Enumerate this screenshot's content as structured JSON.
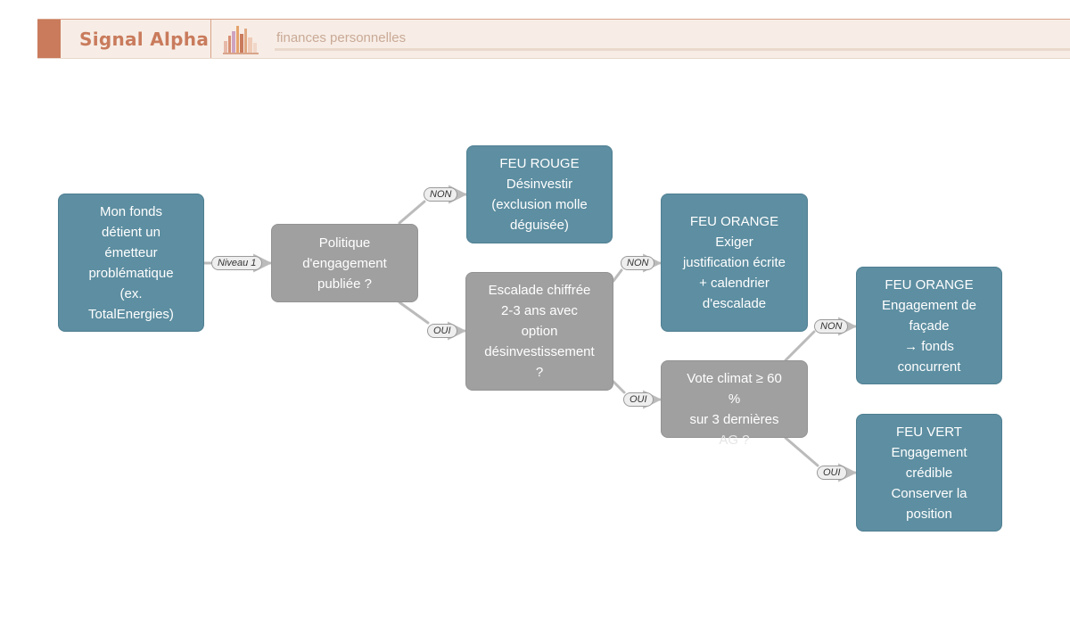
{
  "header": {
    "brand": "Signal Alpha",
    "tagline": "finances personnelles",
    "logo_icon": "bar-books-icon",
    "colors": {
      "accent": "#c97b5c",
      "band": "#f7ede6",
      "tagline": "#c9a996"
    }
  },
  "diagram": {
    "colors": {
      "decision": "#a0a0a0",
      "outcome": "#5d8ea1",
      "edge": "#bbbbbb"
    },
    "nodes": {
      "start": [
        "Mon fonds",
        "détient un",
        "émetteur",
        "problématique",
        "(ex.",
        "TotalEnergies)"
      ],
      "q1": [
        "Politique",
        "d'engagement",
        "publiée ?"
      ],
      "red": [
        "FEU ROUGE",
        "Désinvestir",
        "(exclusion molle",
        "déguisée)"
      ],
      "q2": [
        "Escalade chiffrée",
        "2-3 ans avec",
        "option",
        "désinvestissement",
        "?"
      ],
      "orange1": [
        "FEU ORANGE",
        "Exiger",
        "justification écrite",
        "+ calendrier",
        "d'escalade"
      ],
      "q3": [
        "Vote climat ≥ 60",
        "%",
        "sur 3 dernières",
        "AG ?"
      ],
      "orange2": [
        "FEU ORANGE",
        "Engagement de",
        "façade",
        "→ fonds",
        "concurrent"
      ],
      "green": [
        "FEU VERT",
        "Engagement",
        "crédible",
        "Conserver la",
        "position"
      ]
    },
    "edges": {
      "e1": "Niveau 1",
      "e2": "NON",
      "e3": "OUI",
      "e4": "NON",
      "e5": "OUI",
      "e6": "NON",
      "e7": "OUI"
    }
  }
}
